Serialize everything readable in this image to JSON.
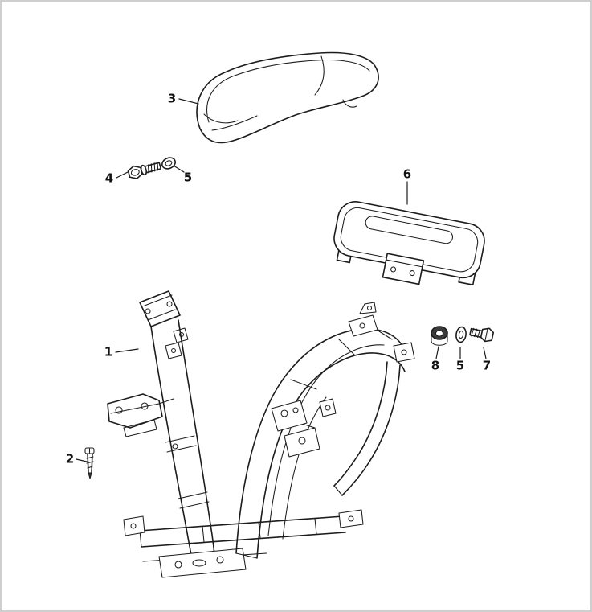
{
  "page": {
    "background_color": "#ffffff",
    "border_color": "#cfcfcf",
    "line_color": "#1c1c1c",
    "description": "Exploded parts diagram: scooter frame body, seat and rear carrier with fasteners"
  },
  "callouts": [
    {
      "label": "1",
      "part": "frame-body"
    },
    {
      "label": "2",
      "part": "frame-screw"
    },
    {
      "label": "3",
      "part": "seat"
    },
    {
      "label": "4",
      "part": "seat-bolt"
    },
    {
      "label": "5",
      "part": "seat-washer"
    },
    {
      "label": "6",
      "part": "rear-carrier"
    },
    {
      "label": "7",
      "part": "carrier-bolt"
    },
    {
      "label": "8",
      "part": "grommet"
    },
    {
      "label": "5",
      "part": "carrier-washer"
    }
  ]
}
